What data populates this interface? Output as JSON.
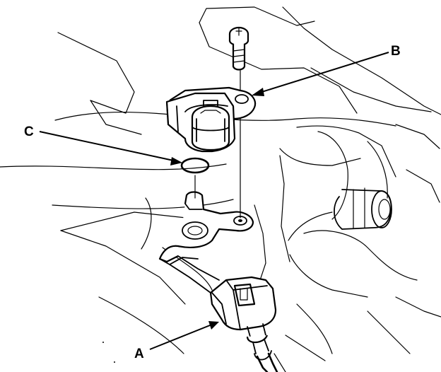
{
  "callouts": {
    "a": "A",
    "b": "B",
    "c": "C"
  },
  "icons": [
    "bolt-icon",
    "sensor-icon",
    "o-ring-icon",
    "connector-icon",
    "mounting-bracket-icon"
  ]
}
